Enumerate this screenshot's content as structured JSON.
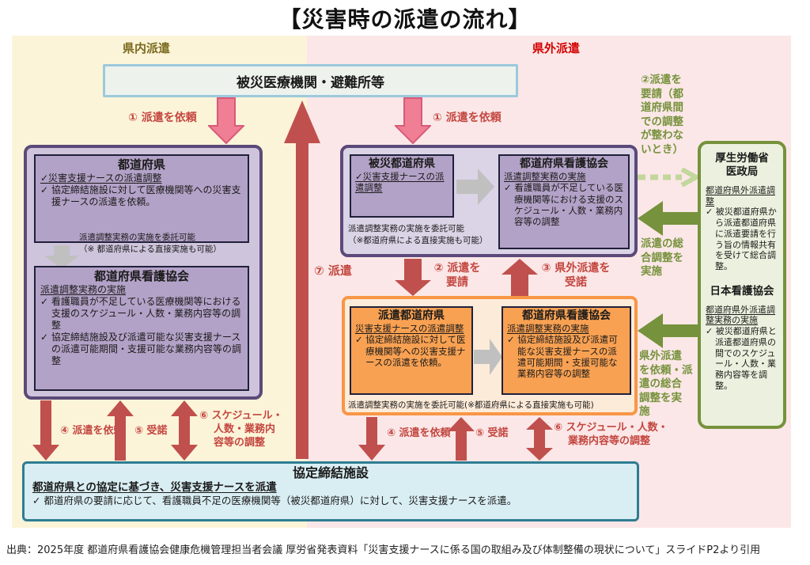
{
  "title": "【災害時の派遣の流れ】",
  "regions": {
    "in_pref": "県内派遣",
    "out_pref": "県外派遣"
  },
  "top_box": {
    "title": "被災医療機関・避難所等"
  },
  "flow_labels": {
    "req_in": "① 派遣を依頼",
    "req_out": "① 派遣を依頼",
    "req2": "② 派遣を\n要請",
    "accept3": "③ 県外派遣を\n受諾",
    "left4": "④ 派遣を依頼",
    "left5": "⑤ 受諾",
    "left6": "⑥ スケジュール・\n人数・業務内\n容等の調整",
    "right4": "④ 派遣を依頼",
    "right5": "⑤ 受諾",
    "right6": "⑥ スケジュール・人数・\n業務内容等の調整",
    "dispatch7": "⑦ 派遣"
  },
  "green_labels": {
    "req2_national": "②派遣を\n要請（都\n道府県間\nでの調整\nが整わな\nいとき）",
    "coord1": "派遣の総\n合調整を\n実施",
    "coord2": "県外派遣\nを依頼・派\n遣の総合\n調整を実\n施"
  },
  "pref_group": {
    "pref": {
      "title": "都道府県",
      "subtitle": "✓災害支援ナースの派遣調整",
      "bullets": [
        "✓ 協定締結施設に対して医療機関等への災害支援ナースの派遣を依頼。"
      ]
    },
    "delegate_note": "派遣調整実務の実施を委託可能\n（※ 都道府県による直接実施も可能）",
    "assoc": {
      "title": "都道府県看護協会",
      "subtitle": "派遣調整実務の実施",
      "bullets": [
        "✓ 看護職員が不足している医療機関等における支援のスケジュール・人数・業務内容等の調整",
        "✓ 協定締結施設及び派遣可能な災害支援ナースの派遣可能期間・支援可能な業務内容等の調整"
      ]
    }
  },
  "affected_group": {
    "pref": {
      "title": "被災都道府県",
      "subtitle": "✓災害支援ナースの派遣調整"
    },
    "assoc": {
      "title": "都道府県看護協会",
      "subtitle": "派遣調整実務の実施",
      "bullets": [
        "✓ 看護職員が不足している医療機関等における支援のスケジュール・人数・業務内容等の調整"
      ]
    },
    "delegate_note": "派遣調整実務の実施を委託可能\n（※都道府県による直接実施も可能）"
  },
  "dispatch_group": {
    "pref": {
      "title": "派遣都道府県",
      "subtitle": "災害支援ナースの派遣調整",
      "bullets": [
        "✓ 協定締結施設に対して医療機関等への災害支援ナースの派遣を依頼。"
      ]
    },
    "assoc": {
      "title": "都道府県看護協会",
      "subtitle": "派遣調整実務の実施",
      "bullets": [
        "✓ 協定締結施設及び派遣可能な災害支援ナースの派遣可能期間・支援可能な業務内容等の調整"
      ]
    },
    "delegate_note": "派遣調整実務の実施を委託可能(※都道府県による直接実施も可能)"
  },
  "national_box": {
    "mhlw": {
      "title": "厚生労働省\n医政局",
      "subtitle": "都道府県外派遣調整",
      "bullets": [
        "✓ 被災都道府県から派遣都道府県に派遣要請を行う旨の情報共有を受けて総合調整。"
      ]
    },
    "jna": {
      "title": "日本看護協会",
      "subtitle": "都道府県外派遣調整実務の実施",
      "bullets": [
        "✓ 被災都道府県と派遣都道府県の間でのスケジュール・人数・業務内容等を調整。"
      ]
    }
  },
  "facility_box": {
    "title": "協定締結施設",
    "subtitle": "都道府県との協定に基づき、災害支援ナースを派遣",
    "bullets": [
      "✓ 都道府県の要請に応じて、看護職員不足の医療機関等（被災都道府県）に対して、災害支援ナースを派遣。"
    ]
  },
  "caption": "出典：2025年度 都道府県看護協会健康危機管理担当者会議 厚労省発表資料「災害支援ナースに係る国の取組み及び体制整備の現状について」スライドP2より引用",
  "colors": {
    "in_pref_bg": "#FCF4D9",
    "out_pref_bg": "#FBE7E7",
    "purple_border": "#5B4A79",
    "purple_fill": "#CEC4DC",
    "purple_inner": "#B3A2C7",
    "orange_border": "#F79646",
    "orange_fill": "#FDEBD9",
    "orange_inner": "#F9A152",
    "teal_border": "#2E7D92",
    "teal_fill": "#D9EEF3",
    "green": "#76923C",
    "green_fill": "#EBF1DE",
    "green_dashed": "#C3D69B",
    "pink_arrow": "#F07E95",
    "red_arrow": "#C0504D",
    "red_label": "#C3463F",
    "in_pref_label": "#7A6A1E",
    "out_pref_label": "#D40000",
    "topbox_border": "#9CC9DB",
    "topbox_fill": "#EDF2ED",
    "gray_arrow": "#C0C0C0"
  }
}
